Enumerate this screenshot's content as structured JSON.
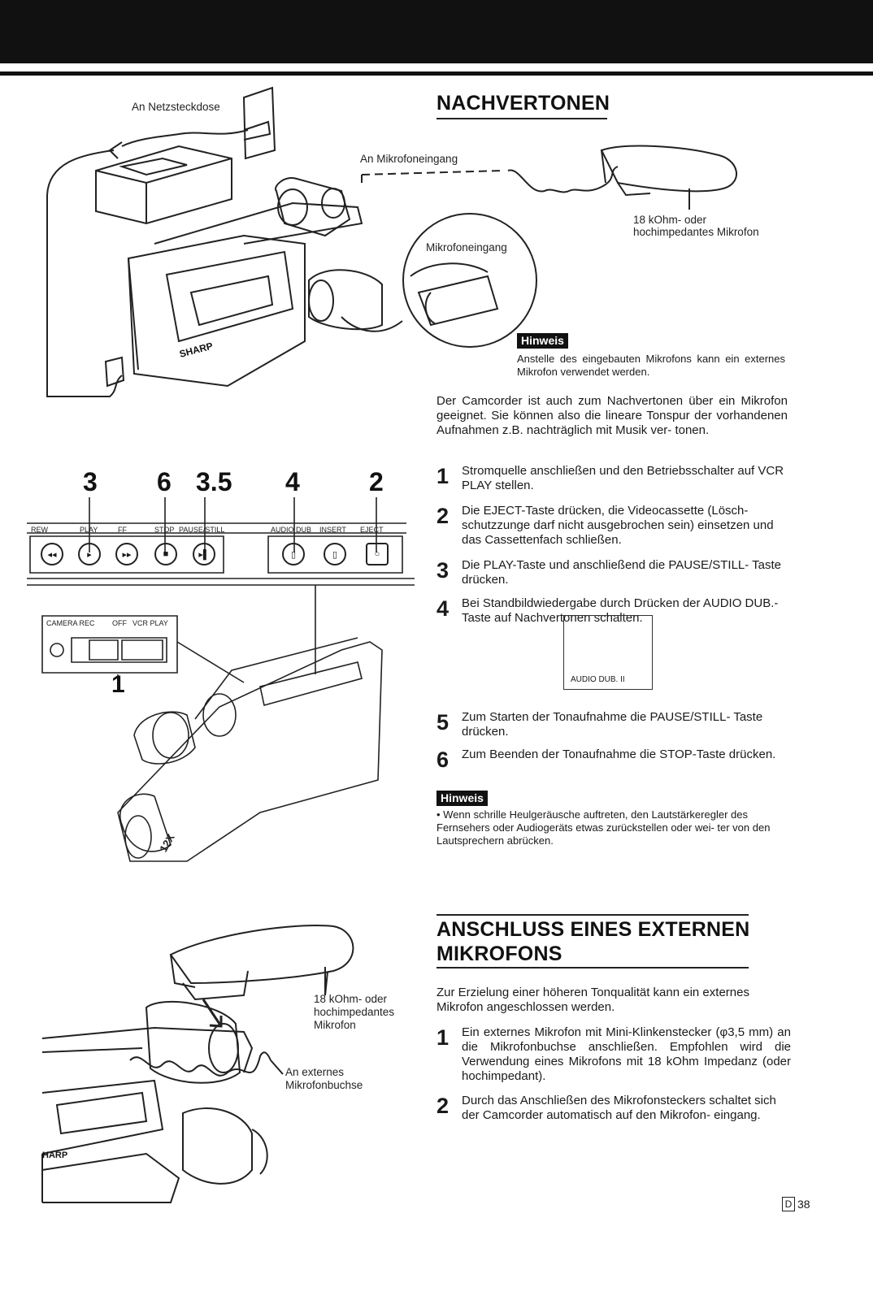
{
  "section1": {
    "title": "NACHVERTONEN",
    "fig_labels": {
      "netzsteckdose": "An Netzsteckdose",
      "mikrofoneingang_top": "An Mikrofoneingang",
      "mikrofoneingang_zoom": "Mikrofoneingang",
      "mikrofon_line1": "18 kOhm- oder",
      "mikrofon_line2": "hochimpedantes Mikrofon",
      "brand": "SHARP"
    },
    "hinweis_label": "Hinweis",
    "hinweis_text": "Anstelle des eingebauten Mikrofons kann ein externes Mikrofon verwendet werden.",
    "intro": "Der Camcorder ist auch zum Nachvertonen über ein Mikrofon geeignet. Sie können also die lineare Tonspur der vorhandenen Aufnahmen z.B. nachträglich mit Musik ver- tonen.",
    "steps": [
      {
        "num": "1",
        "text": "Stromquelle anschließen und den Betriebsschalter auf VCR PLAY stellen."
      },
      {
        "num": "2",
        "text": "Die EJECT-Taste drücken, die Videocassette (Lösch- schutzzunge darf nicht ausgebrochen sein) einsetzen und das Cassettenfach schließen."
      },
      {
        "num": "3",
        "text": "Die PLAY-Taste und anschließend die PAUSE/STILL- Taste drücken."
      },
      {
        "num": "4",
        "text": "Bei Standbildwiedergabe durch Drücken der AUDIO DUB.-Taste auf Nachvertonen schalten."
      },
      {
        "num": "5",
        "text": "Zum Starten der Tonaufnahme die PAUSE/STILL- Taste drücken."
      },
      {
        "num": "6",
        "text": "Zum Beenden der Tonaufnahme die STOP-Taste drücken."
      }
    ],
    "screen_display": "AUDIO DUB. II",
    "hinweis2_label": "Hinweis",
    "hinweis2_text": "• Wenn schrille Heulgeräusche auftreten, den Lautstärkeregler des Fernsehers oder Audiogeräts etwas zurückstellen oder wei- ter von den Lautsprechern abrücken."
  },
  "panel": {
    "callout_nums": [
      "3",
      "6",
      "3.5",
      "4",
      "2"
    ],
    "labels": [
      "REW",
      "PLAY",
      "FF",
      "STOP",
      "PAUSE/STILL",
      "AUDIO DUB",
      "INSERT",
      "EJECT"
    ],
    "switch_labels": [
      "CAMERA REC",
      "OFF",
      "VCR PLAY"
    ],
    "switch_num": "1",
    "zoom_label": "12X"
  },
  "section2": {
    "title_line1": "ANSCHLUSS EINES EXTERNEN",
    "title_line2": "MIKROFONS",
    "intro": "Zur Erzielung einer höheren Tonqualität kann ein externes Mikrofon angeschlossen werden.",
    "steps": [
      {
        "num": "1",
        "text": "Ein externes Mikrofon mit Mini-Klinkenstecker (φ3,5 mm) an die Mikrofonbuchse anschließen. Empfohlen wird die Verwendung eines Mikrofons mit 18 kOhm Impedanz (oder hochimpedant)."
      },
      {
        "num": "2",
        "text": "Durch das Anschließen des Mikrofonsteckers schaltet sich der Camcorder automatisch auf den Mikrofon- eingang."
      }
    ],
    "fig_labels": {
      "mic_line1": "18 kOhm- oder",
      "mic_line2": "hochimpedantes",
      "mic_line3": "Mikrofon",
      "buchse_line1": "An externes",
      "buchse_line2": "Mikrofonbuchse",
      "brand_partial": "HARP"
    }
  },
  "page": {
    "lang": "D",
    "number": "38"
  }
}
